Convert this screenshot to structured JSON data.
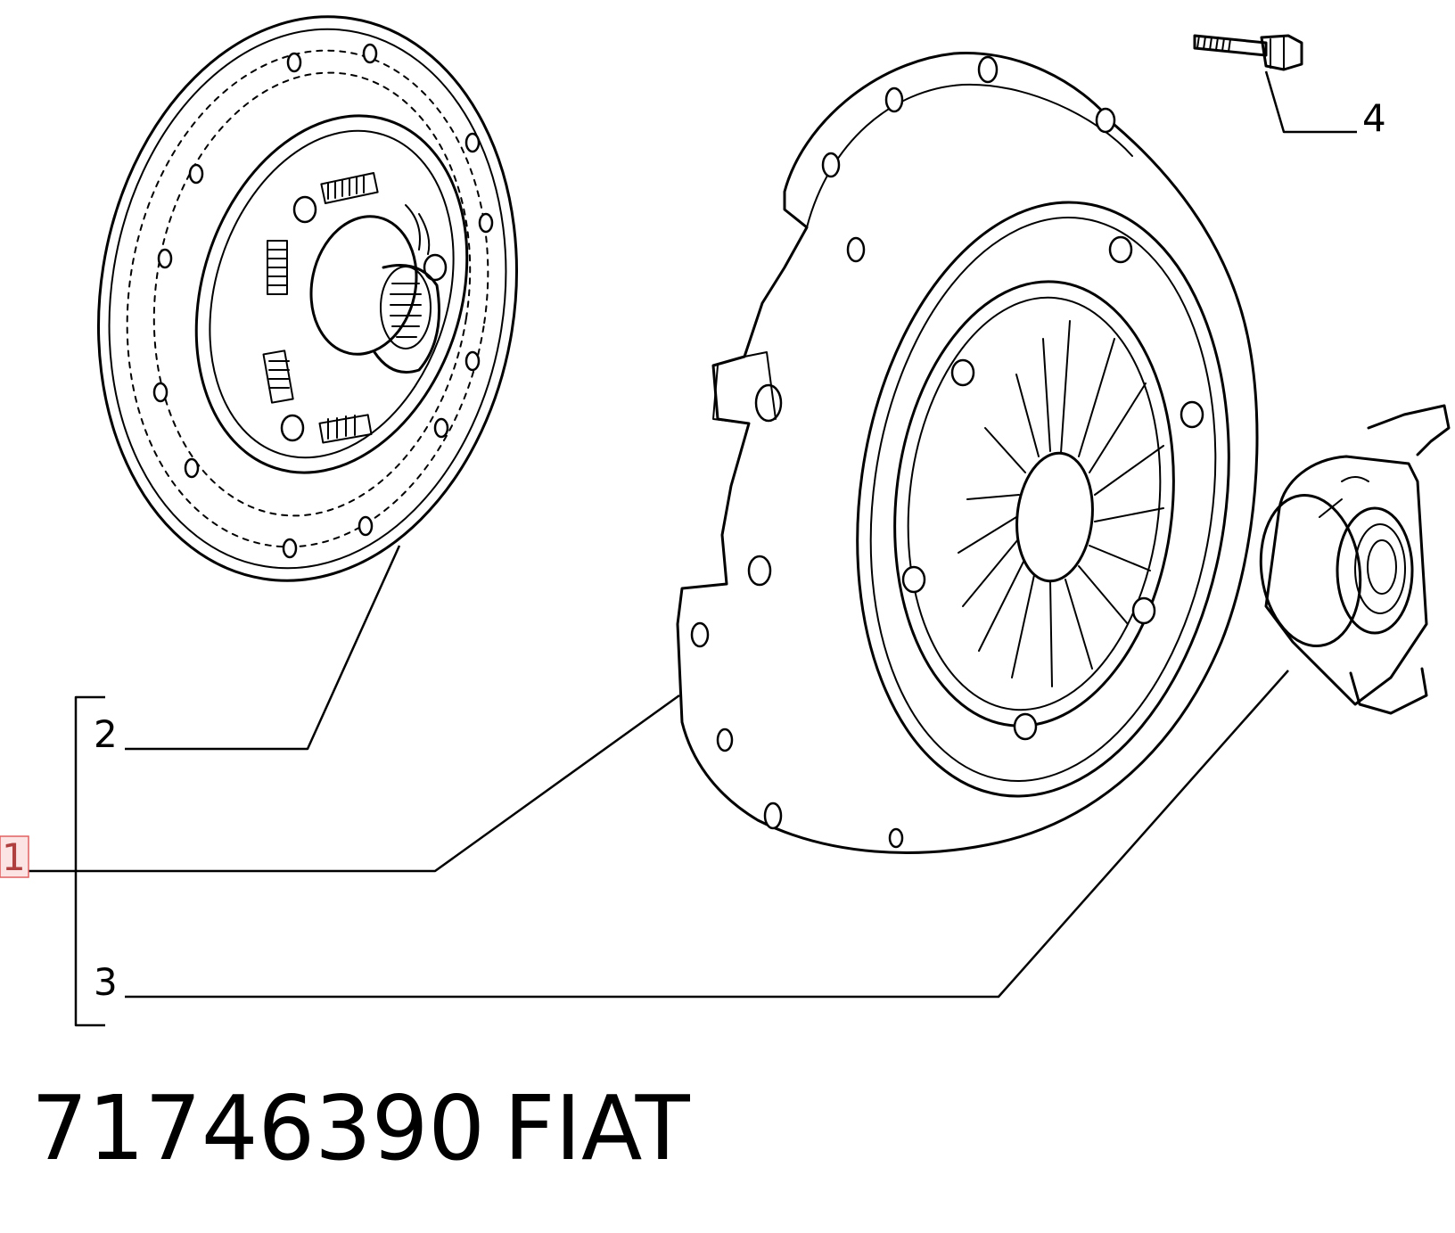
{
  "diagram": {
    "callouts": {
      "part_1": "1",
      "part_2": "2",
      "part_3": "3",
      "part_4": "4"
    },
    "highlighted_callout": "1",
    "caption": {
      "part_number": "71746390",
      "brand": "FIAT"
    },
    "parts": [
      "clutch-disc",
      "clutch-pressure-plate",
      "release-bearing",
      "bolt"
    ]
  }
}
